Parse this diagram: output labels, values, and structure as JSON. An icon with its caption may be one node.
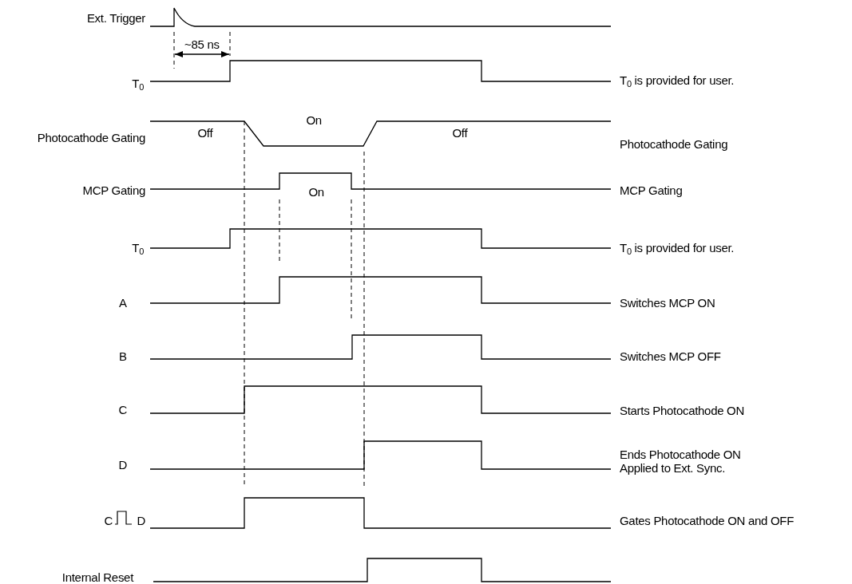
{
  "diagram": {
    "labels": [
      "Ext. Trigger",
      "~85 ns",
      "T$_{0}$",
      "T$_{0}$ is provided for user.",
      "Photocathode Gating",
      "Off",
      "On",
      "Off",
      "Photocathode Gating",
      "MCP Gating",
      "On",
      "MCP Gating",
      "T$_{0}$",
      "T$_{0}$ is provided for user.",
      "A",
      "Switches MCP ON",
      "B",
      "Switches MCP OFF",
      "C",
      "Starts Photocathode ON",
      "D",
      "Ends Photocathode ON Applied to Ext. Sync.",
      "C",
      "D",
      "Gates Photocathode ON and OFF",
      "Internal Reset"
    ]
  }
}
